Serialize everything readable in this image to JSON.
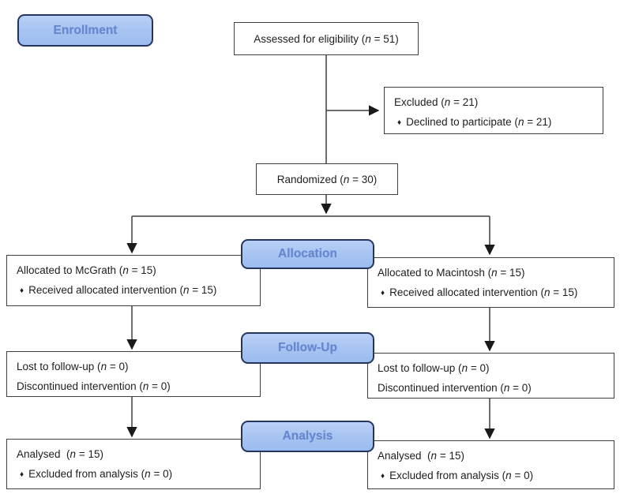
{
  "stages": {
    "enrollment": "Enrollment",
    "allocation": "Allocation",
    "follow_up": "Follow-Up",
    "analysis": "Analysis"
  },
  "colors": {
    "stage_fill": "#a9c5f2",
    "stage_border": "#24365e",
    "stage_text": "#6787cf",
    "box_border": "#3f3f3f",
    "box_text": "#1e1e1e",
    "connector": "#3d3d3d"
  },
  "boxes": {
    "assessed": {
      "lines": [
        {
          "pre": "Assessed for eligibility (",
          "var": "n",
          "post": " = 51)"
        }
      ]
    },
    "excluded": {
      "lines": [
        {
          "pre": "Excluded (",
          "var": "n",
          "post": " = 21)"
        },
        {
          "bullet": "♦",
          "pre": "Declined to participate (",
          "var": "n",
          "post": " = 21)"
        }
      ]
    },
    "randomized": {
      "lines": [
        {
          "pre": "Randomized (",
          "var": "n",
          "post": " = 30)"
        }
      ]
    },
    "allocated_mcgrath": {
      "lines": [
        {
          "pre": "Allocated to McGrath (",
          "var": "n",
          "post": " = 15)"
        },
        {
          "bullet": "♦",
          "pre": "Received allocated intervention (",
          "var": "n",
          "post": " = 15)"
        }
      ]
    },
    "allocated_macintosh": {
      "lines": [
        {
          "pre": "Allocated to Macintosh (",
          "var": "n",
          "post": " = 15)"
        },
        {
          "bullet": "♦",
          "pre": "Received allocated intervention (",
          "var": "n",
          "post": " = 15)"
        }
      ]
    },
    "followup_left": {
      "lines": [
        {
          "pre": "Lost to follow-up (",
          "var": "n",
          "post": " = 0)"
        },
        {
          "pre": "Discontinued intervention (",
          "var": "n",
          "post": " = 0)"
        }
      ]
    },
    "followup_right": {
      "lines": [
        {
          "pre": "Lost to follow-up (",
          "var": "n",
          "post": " = 0)"
        },
        {
          "pre": "Discontinued intervention (",
          "var": "n",
          "post": " = 0)"
        }
      ]
    },
    "analysis_left": {
      "lines": [
        {
          "pre": "Analysed  (",
          "var": "n",
          "post": " = 15)"
        },
        {
          "bullet": "♦",
          "pre": "Excluded from analysis (",
          "var": "n",
          "post": " = 0)"
        }
      ]
    },
    "analysis_right": {
      "lines": [
        {
          "pre": "Analysed  (",
          "var": "n",
          "post": " = 15)"
        },
        {
          "bullet": "♦",
          "pre": "Excluded from analysis (",
          "var": "n",
          "post": " = 0)"
        }
      ]
    }
  }
}
